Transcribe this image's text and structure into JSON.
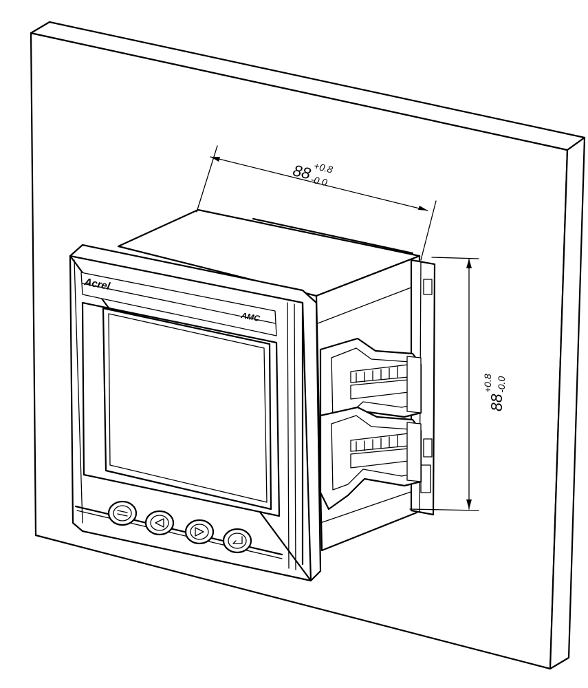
{
  "dimensions": {
    "width": {
      "nominal": "88",
      "upper_tol": "+0.8",
      "lower_tol": "-0.0"
    },
    "height": {
      "nominal": "88",
      "upper_tol": "+0.8",
      "lower_tol": "-0.0"
    }
  },
  "device": {
    "brand_logo": "Acrel",
    "model_label": "AMC"
  },
  "buttons": [
    {
      "icon": "menu-icon"
    },
    {
      "icon": "triangle-left-icon"
    },
    {
      "icon": "triangle-right-icon"
    },
    {
      "icon": "enter-icon"
    }
  ]
}
